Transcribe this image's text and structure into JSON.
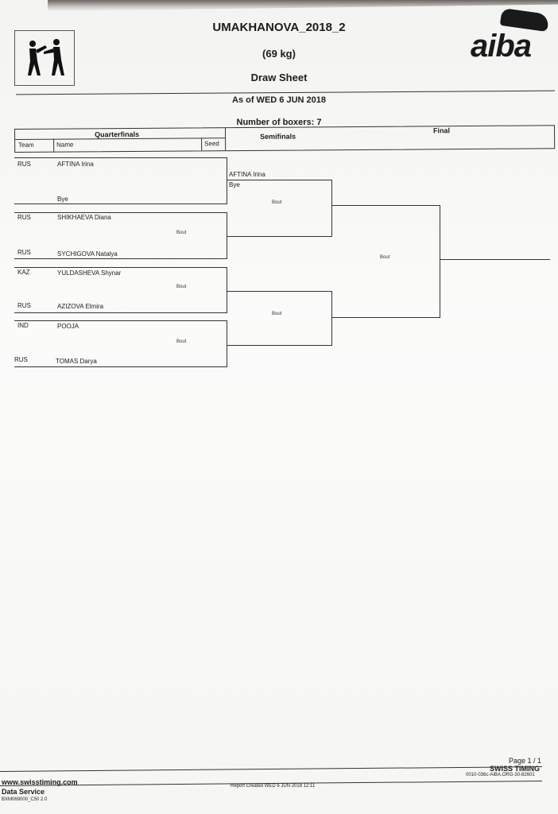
{
  "header": {
    "event": "UMAKHANOVA_2018_2",
    "weight": "(69 kg)",
    "sheet": "Draw Sheet",
    "as_of": "As of WED 6 JUN 2018",
    "boxers": "Number of boxers: 7",
    "logo_right": "aiba"
  },
  "rounds": {
    "quarterfinals": "Quarterfinals",
    "semifinals": "Semifinals",
    "final": "Final",
    "col_team": "Team",
    "col_name": "Name",
    "col_seed": "Seed"
  },
  "entries": [
    {
      "team": "RUS",
      "name": "AFTINA Irina"
    },
    {
      "team": "",
      "name": "Bye"
    },
    {
      "team": "RUS",
      "name": "SHIKHAEVA Diana"
    },
    {
      "team": "RUS",
      "name": "SYCHIGOVA Natalya"
    },
    {
      "team": "KAZ",
      "name": "YULDASHEVA Shynar"
    },
    {
      "team": "RUS",
      "name": "AZIZOVA Elmira"
    },
    {
      "team": "IND",
      "name": "POOJA"
    },
    {
      "team": "RUS",
      "name": "TOMAS Darya"
    }
  ],
  "semi_pair": {
    "top": "AFTINA Irina",
    "bottom": "Bye"
  },
  "bout_label": "Bout",
  "footer": {
    "page": "Page 1 / 1",
    "brand": "SWISS TIMING",
    "code": "0010-036c-AIBA.ORG-30-82601",
    "website": "www.swisstiming.com",
    "service": "Data Service",
    "version": "BXM069000_C50 2.0",
    "report": "Report Created  WED 6 JUN 2018 12:11"
  }
}
